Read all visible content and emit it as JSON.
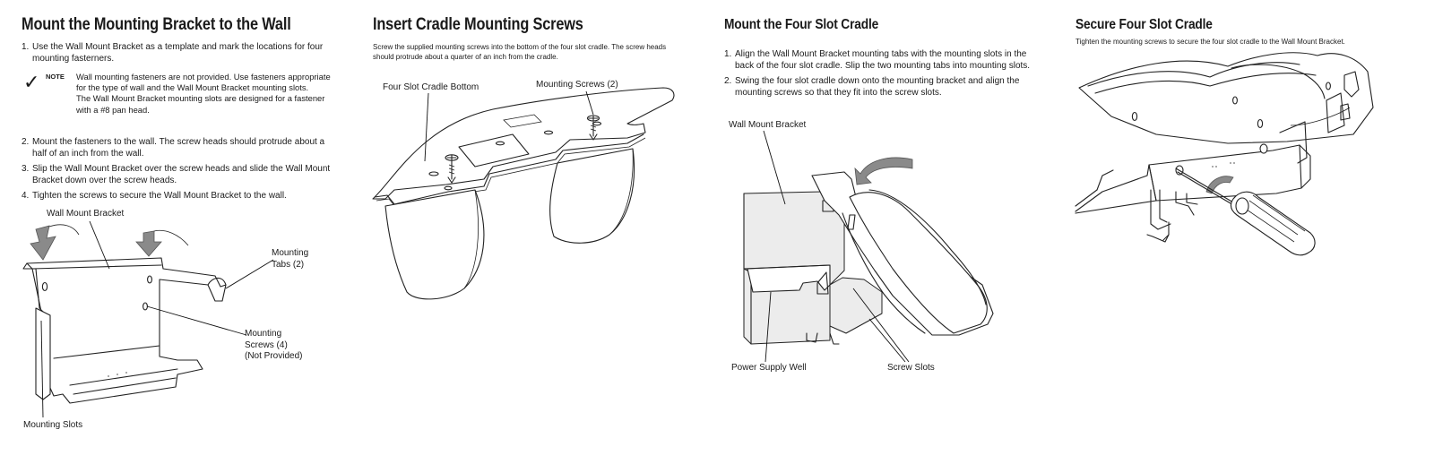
{
  "section1": {
    "heading": "Mount the Mounting Bracket to the Wall",
    "steps": [
      {
        "num": "1.",
        "text": "Use the Wall Mount Bracket as a template and mark the locations for four mounting fasterners."
      },
      {
        "num": "2.",
        "text": "Mount the fasteners to the wall. The screw heads should protrude about a half of an inch from the  wall."
      },
      {
        "num": "3.",
        "text": "Slip the Wall Mount Bracket over the screw heads and slide the Wall Mount Bracket down over the screw heads."
      },
      {
        "num": "4.",
        "text": "Tighten the screws to secure the Wall Mount Bracket to the wall."
      }
    ],
    "note": {
      "check": "✓",
      "label": "NOTE",
      "line1": "Wall mounting fasteners are not provided. Use fasteners appropriate for the type of wall and the Wall Mount Bracket mounting slots.",
      "line2": "The Wall Mount Bracket mounting slots are designed for a fastener with a #8 pan head."
    },
    "callouts": {
      "wall_mount_bracket": "Wall Mount Bracket",
      "mounting_tabs_1": "Mounting",
      "mounting_tabs_2": "Tabs (2)",
      "mounting_screws_1": "Mounting",
      "mounting_screws_2": "Screws (4)",
      "mounting_screws_3": "(Not Provided)",
      "mounting_slots": "Mounting Slots"
    }
  },
  "section2": {
    "heading": "Insert Cradle Mounting Screws",
    "intro": "Screw the supplied mounting screws into the bottom of the four slot cradle. The screw heads should protrude about a quarter of an inch from the cradle.",
    "callouts": {
      "cradle_bottom": "Four Slot Cradle Bottom",
      "mounting_screws": "Mounting Screws (2)"
    }
  },
  "section3": {
    "heading": "Mount the Four Slot Cradle",
    "steps": [
      {
        "num": "1.",
        "text": "Align the Wall Mount Bracket mounting tabs with the mounting slots in the back of the four slot cradle. Slip the two mounting tabs into mounting slots."
      },
      {
        "num": "2.",
        "text": "Swing the four slot cradle down onto the mounting bracket and align the mounting screws so that they fit into the screw slots."
      }
    ],
    "callouts": {
      "wall_mount_bracket": "Wall Mount Bracket",
      "power_supply_well": "Power Supply Well",
      "screw_slots": "Screw Slots"
    }
  },
  "section4": {
    "heading": "Secure Four Slot Cradle",
    "intro": "Tighten the mounting screws to secure the four slot cradle to the Wall Mount Bracket."
  }
}
